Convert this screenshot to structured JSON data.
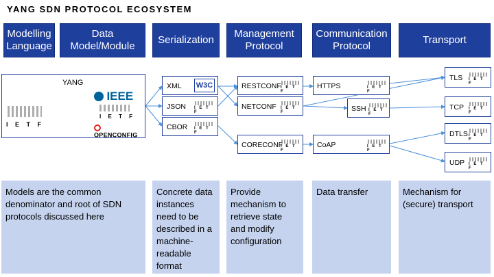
{
  "title": "YANG SDN PROTOCOL ECOSYSTEM",
  "headers": {
    "modelling": "Modelling Language",
    "data_model": "Data Model/Module",
    "serialization": "Serialization",
    "management": "Management Protocol",
    "communication": "Communication Protocol",
    "transport": "Transport"
  },
  "yang_box": {
    "label": "YANG",
    "logos": {
      "ieee": "IEEE",
      "ietf": "I E T F",
      "openconfig": "OPENCONFIG"
    }
  },
  "serialization": [
    "XML",
    "JSON",
    "CBOR"
  ],
  "management": [
    "RESTCONF",
    "NETCONF",
    "CORECONF"
  ],
  "communication": [
    "HTTPS",
    "SSH",
    "CoAP"
  ],
  "transport": [
    "TLS",
    "TCP",
    "DTLS",
    "UDP"
  ],
  "w3c_logo": "W3C",
  "ietf_logo": "I E T F",
  "descriptions": {
    "models": "Models are the common denominator and root of SDN protocols discussed here",
    "serialization": "Concrete data instances need to be described in a machine-readable format",
    "management": "Provide mechanism to retrieve state and modify configuration",
    "communication": "Data transfer",
    "transport": "Mechanism for (secure) transport"
  },
  "colors": {
    "header": "#1f3f9c",
    "description_bg": "#c5d3ef",
    "arrow": "#4a90d9"
  }
}
